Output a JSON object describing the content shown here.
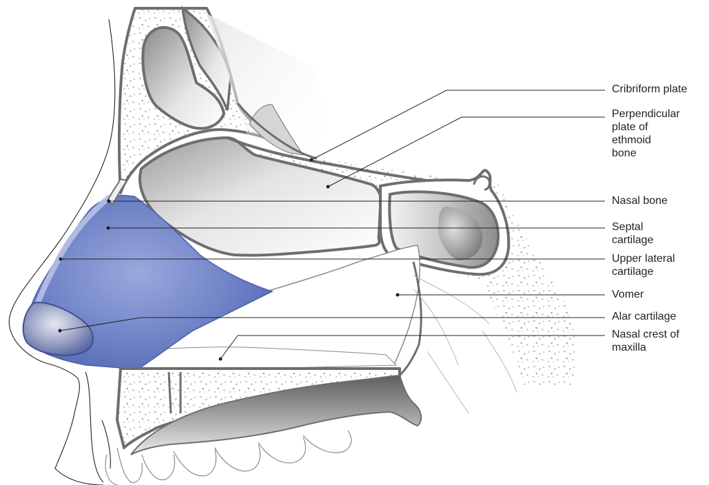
{
  "labels": [
    {
      "id": "cribriform",
      "text": "Cribriform plate"
    },
    {
      "id": "perpendicular",
      "text": "Perpendicular\nplate of\nethmoid\nbone"
    },
    {
      "id": "nasal-bone",
      "text": "Nasal bone"
    },
    {
      "id": "septal",
      "text": "Septal\ncartilage"
    },
    {
      "id": "upper-lateral",
      "text": "Upper lateral\ncartilage"
    },
    {
      "id": "vomer",
      "text": "Vomer"
    },
    {
      "id": "alar",
      "text": "Alar cartilage"
    },
    {
      "id": "nasal-crest",
      "text": "Nasal crest of\nmaxilla"
    }
  ],
  "colors": {
    "outline": "#6d6e71",
    "skin_line": "#231f20",
    "cartilage": "#5a6fb8",
    "bone_fill": "#f6f6f6",
    "leader": "#231f20"
  }
}
